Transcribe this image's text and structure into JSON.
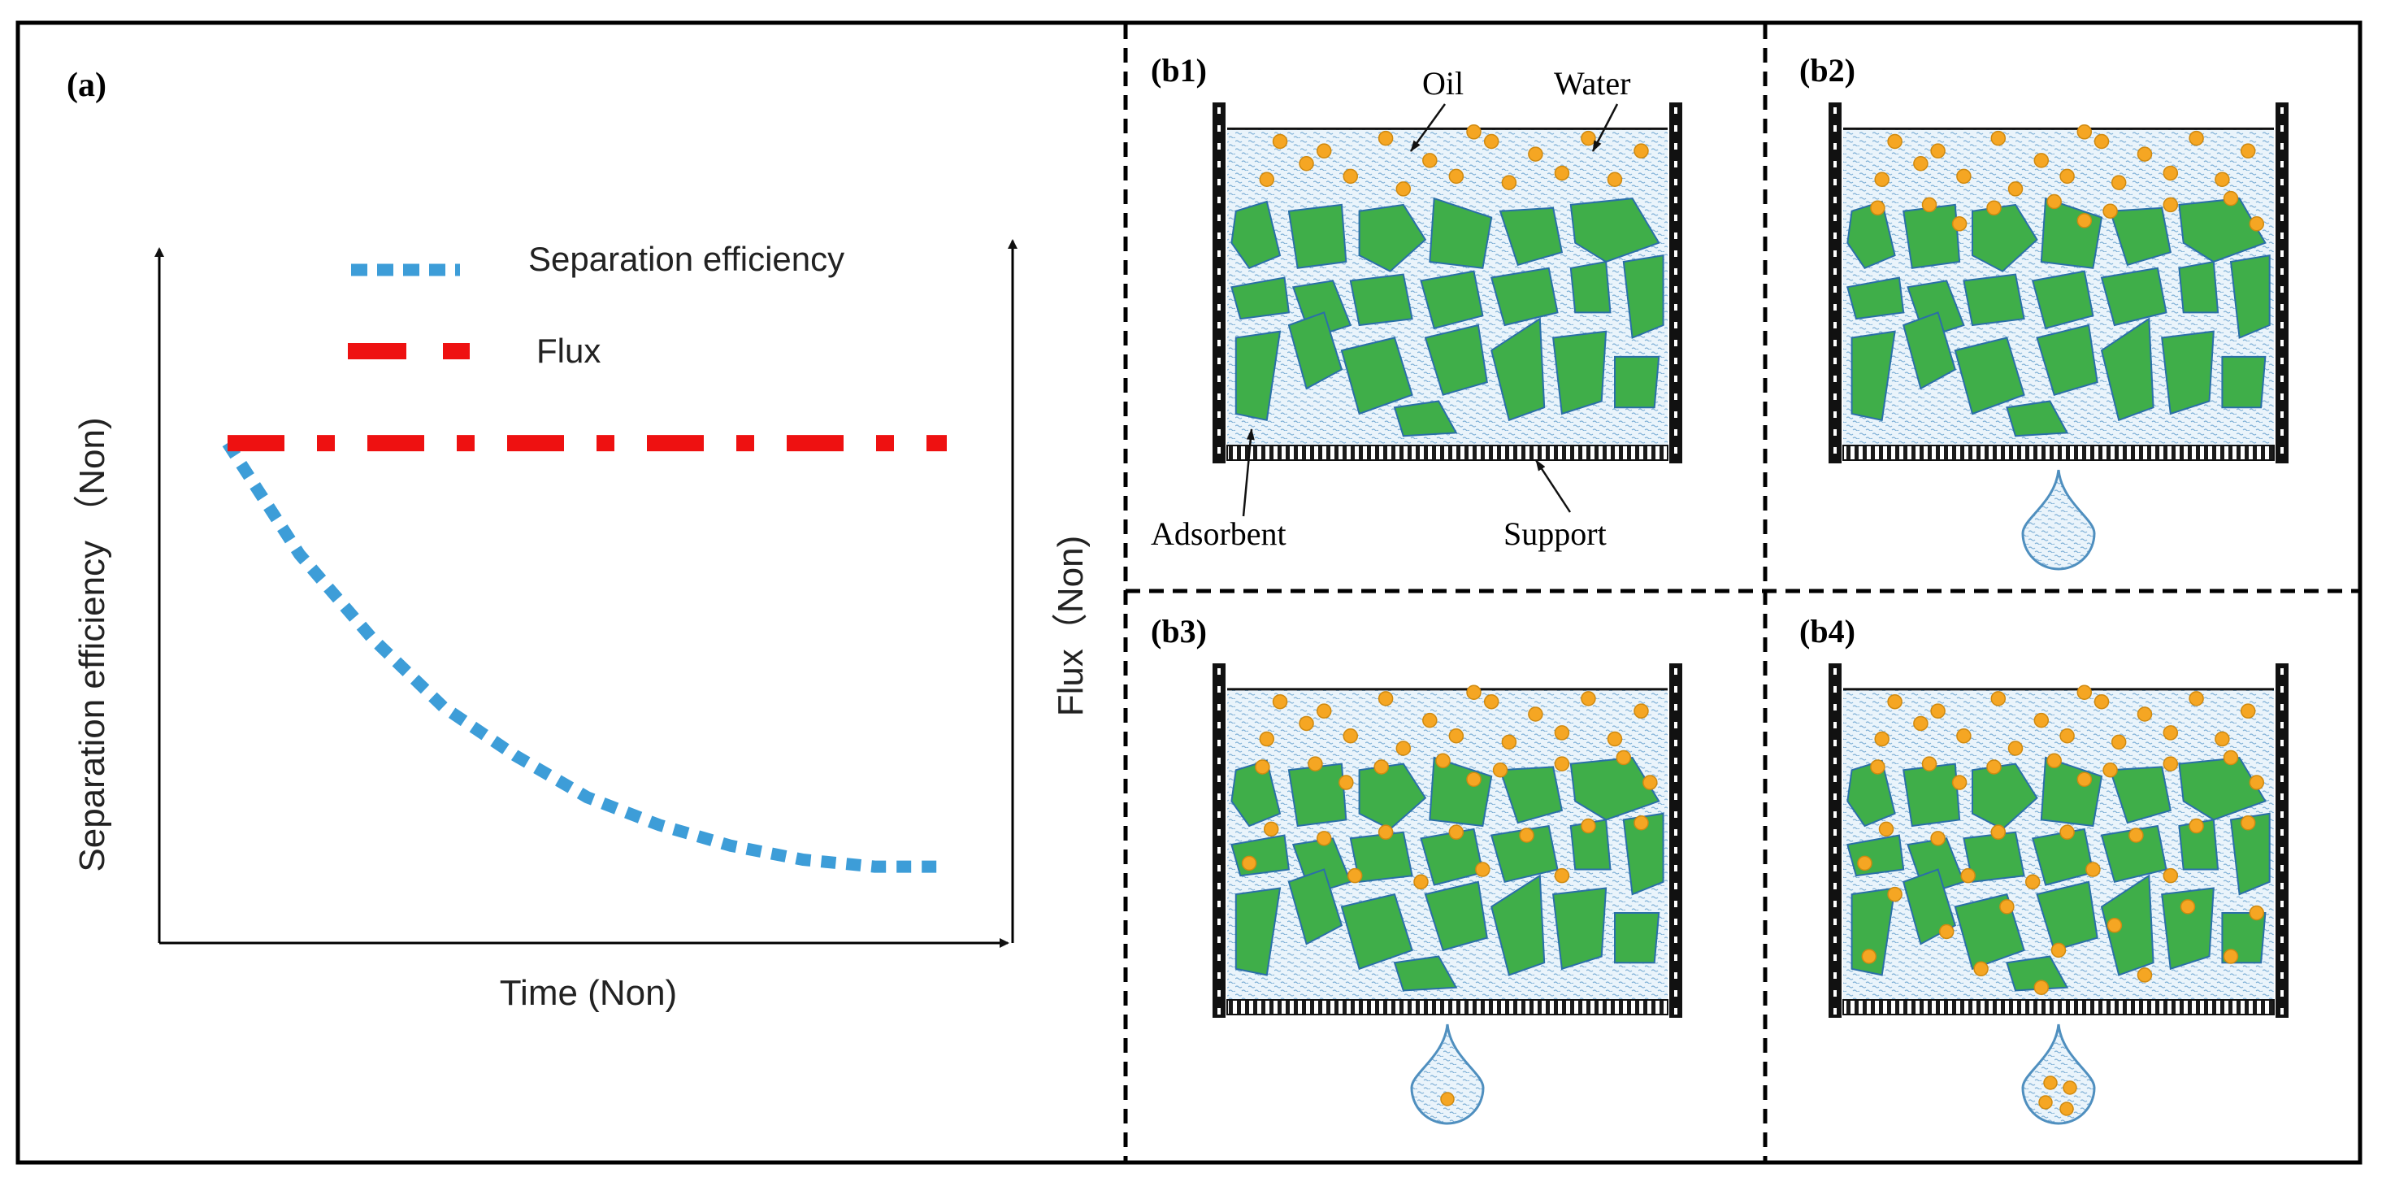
{
  "panel_a": {
    "tag": "(a)",
    "y_label_left": "Separation efficiency （Non)",
    "y_label_right": "Flux（Non)",
    "x_label": "Time (Non)",
    "legend": [
      {
        "label": "Separation efficiency",
        "color": "#3d9dd8",
        "style": "dotted"
      },
      {
        "label": "Flux",
        "color": "#ee1111",
        "style": "dash-dot"
      }
    ]
  },
  "chart_data": {
    "type": "line",
    "title": "",
    "xlabel": "Time (Non)",
    "ylabel_left": "Separation efficiency （Non)",
    "ylabel_right": "Flux（Non)",
    "x_ticks": "none",
    "y_ticks": "none",
    "series": [
      {
        "name": "Separation efficiency",
        "color": "#3d9dd8",
        "axis": "left",
        "x": [
          0.0,
          0.1,
          0.2,
          0.3,
          0.4,
          0.5,
          0.6,
          0.7,
          0.8,
          0.9,
          1.0
        ],
        "y": [
          0.72,
          0.56,
          0.44,
          0.34,
          0.27,
          0.21,
          0.17,
          0.14,
          0.12,
          0.11,
          0.11
        ]
      },
      {
        "name": "Flux",
        "color": "#ee1111",
        "axis": "right",
        "x": [
          0.0,
          1.0
        ],
        "y": [
          0.72,
          0.72
        ]
      }
    ],
    "xlim": [
      0,
      1.1
    ],
    "ylim": [
      0,
      1
    ]
  },
  "panel_b": {
    "panels": [
      {
        "tag": "(b1)",
        "oil_captured": "none",
        "droplet": "none"
      },
      {
        "tag": "(b2)",
        "oil_captured": "top layer",
        "droplet": "clear"
      },
      {
        "tag": "(b3)",
        "oil_captured": "throughout bed",
        "droplet": "one oil drop"
      },
      {
        "tag": "(b4)",
        "oil_captured": "saturated",
        "droplet": "several oil drops"
      }
    ],
    "labels": {
      "oil": "Oil",
      "water": "Water",
      "adsorbent": "Adsorbent",
      "support": "Support"
    },
    "colors": {
      "adsorbent": "#3fae49",
      "oil": "#f5a623",
      "water": "#4f8fbf",
      "wall": "#111111"
    }
  }
}
